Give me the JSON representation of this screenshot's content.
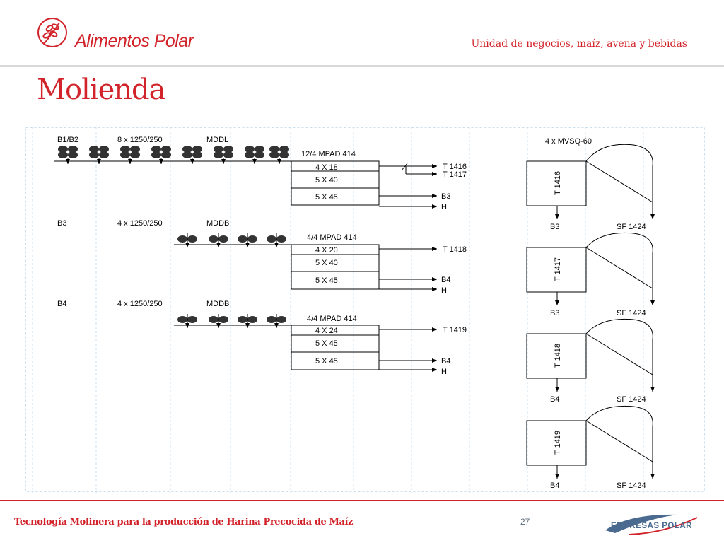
{
  "header": {
    "brand": "Alimentos Polar",
    "business_unit": "Unidad de negocios, maíz, avena y bebidas",
    "title": "Molienda",
    "logo_icon": "wheat-sprig-icon"
  },
  "diagram": {
    "sections": [
      {
        "stream": "B1/B2",
        "mills": "8 x 1250/250",
        "type": "MDDL",
        "sifter": "12/4 MPAD 414",
        "screens": [
          "4 X 18",
          "5 X 40",
          "5 X 45"
        ],
        "outputs": [
          "T 1416",
          "T 1417",
          "B3",
          "H"
        ]
      },
      {
        "stream": "B3",
        "mills": "4 x 1250/250",
        "type": "MDDB",
        "sifter": "4/4 MPAD 414",
        "screens": [
          "4 X 20",
          "5 X 40",
          "5 X 45"
        ],
        "outputs": [
          "T 1418",
          "B4",
          "H"
        ]
      },
      {
        "stream": "B4",
        "mills": "4 x 1250/250",
        "type": "MDDB",
        "sifter": "4/4 MPAD 414",
        "screens": [
          "4 X 24",
          "5 X 45",
          "5 X 45"
        ],
        "outputs": [
          "T 1419",
          "B4",
          "H"
        ]
      }
    ],
    "separator_title": "4 x MVSQ-60",
    "separators": [
      {
        "label": "T 1416",
        "bottom": "B3",
        "fine": "SF 1424"
      },
      {
        "label": "T 1417",
        "bottom": "B3",
        "fine": "SF 1424"
      },
      {
        "label": "T 1418",
        "bottom": "B4",
        "fine": "SF 1424"
      },
      {
        "label": "T 1419",
        "bottom": "B4",
        "fine": "SF 1424"
      }
    ]
  },
  "footer": {
    "caption": "Tecnología Molinera para la producción de Harina Precocida de Maíz",
    "page": "27",
    "company": "EMPRESAS POLAR"
  },
  "colors": {
    "brand_red": "#d2232a",
    "company_blue": "#4b6a8f"
  }
}
